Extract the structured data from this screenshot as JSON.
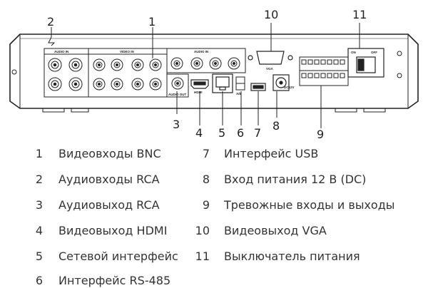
{
  "callouts": [
    "1",
    "2",
    "3",
    "4",
    "5",
    "6",
    "7",
    "8",
    "9",
    "10",
    "11"
  ],
  "panel_labels": {
    "audio_in_left": "AUDIO IN",
    "video_in": "VIDEO IN",
    "audio_in_right": "AUDIO IN",
    "audio_out": "AUDIO OUT",
    "hdmi": "HDMI",
    "a_b": "A/B",
    "vga": "VGA",
    "dc": "DC12V",
    "on": "ON",
    "off": "OFF"
  },
  "legend": [
    {
      "num": "1",
      "text": "Видеовходы BNC"
    },
    {
      "num": "2",
      "text": "Аудиовходы RCA"
    },
    {
      "num": "3",
      "text": "Аудиовыход RCA"
    },
    {
      "num": "4",
      "text": "Видеовыход HDMI"
    },
    {
      "num": "5",
      "text": "Сетевой интерфейс"
    },
    {
      "num": "6",
      "text": "Интерфейс RS-485"
    },
    {
      "num": "7",
      "text": "Интерфейс USB"
    },
    {
      "num": "8",
      "text": "Вход питания 12 В (DC)"
    },
    {
      "num": "9",
      "text": "Тревожные входы и выходы"
    },
    {
      "num": "10",
      "text": "Видеовыход VGA"
    },
    {
      "num": "11",
      "text": "Выключатель питания"
    }
  ]
}
